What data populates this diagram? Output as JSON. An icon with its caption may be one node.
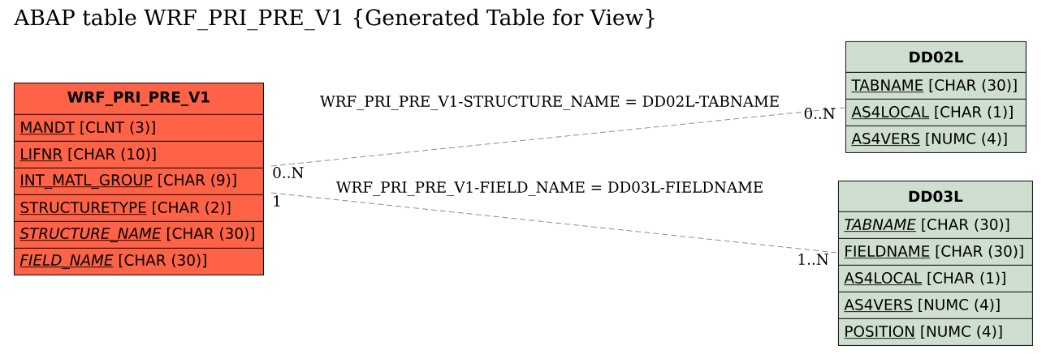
{
  "diagram": {
    "title": "ABAP table WRF_PRI_PRE_V1 {Generated Table for View}",
    "nodes": [
      {
        "text": [
          "WRF_PRI_PRE_V1",
          "MANDT [CLNT (3)]",
          "LIFNR [CHAR (10)]",
          "INT_MATL_GROUP [CHAR (9)]",
          "STRUCTURETYPE [CHAR (2)]",
          "*STRUCTURE_NAME* [CHAR (30)]",
          "*FIELD_NAME* [CHAR (30)]"
        ]
      },
      {
        "text": [
          "DD02L",
          "TABNAME [CHAR (30)]",
          "AS4LOCAL [CHAR (1)]",
          "AS4VERS [NUMC (4)]"
        ]
      },
      {
        "text": [
          "DD03L",
          "*TABNAME* [CHAR (30)]",
          "FIELDNAME [CHAR (30)]",
          "AS4LOCAL [CHAR (1)]",
          "AS4VERS [NUMC (4)]",
          "POSITION [NUMC (4)]"
        ]
      }
    ],
    "edges": [
      {
        "from": 0,
        "to": 1,
        "arrow": "none",
        "style": "dashed",
        "label": "WRF_PRI_PRE_V1-STRUCTURE_NAME = DD02L-TABNAME"
      },
      {
        "from": 0,
        "to": 2,
        "arrow": "none",
        "style": "dashed",
        "label": "WRF_PRI_PRE_V1-FIELD_NAME = DD03L-FIELDNAME"
      }
    ],
    "labels": [
      "0..N",
      "0..N",
      "1",
      "1..N"
    ]
  }
}
